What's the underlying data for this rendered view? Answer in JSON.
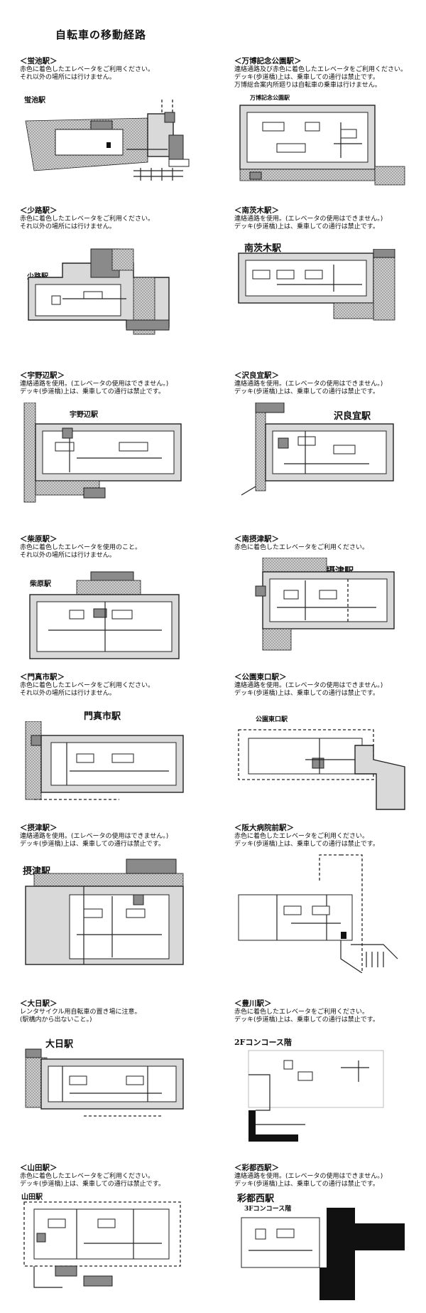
{
  "title": "自転車の移動経路",
  "stations": [
    {
      "heading": "＜蛍池駅＞",
      "lines": [
        "赤色に着色したエレベータをご利用ください。",
        "それ以外の場所には行けません。"
      ],
      "map_label": "蛍池駅"
    },
    {
      "heading": "＜万博記念公園駅＞",
      "lines": [
        "連絡通路及び赤色に着色したエレベータをご利用ください。",
        "デッキ(歩道橋)上は、乗車しての通行は禁止です。",
        "万博総合案内所廻りは自転車の乗車は行けません。"
      ],
      "map_label": "万博記念公園駅"
    },
    {
      "heading": "＜少路駅＞",
      "lines": [
        "赤色に着色したエレベータをご利用ください。",
        "それ以外の場所には行けません。"
      ],
      "map_label": "少路駅"
    },
    {
      "heading": "＜南茨木駅＞",
      "lines": [
        "連絡通路を使用。(エレベータの使用はできません。)",
        "デッキ(歩道橋)上は、乗車しての通行は禁止です。"
      ],
      "map_label": "南茨木駅"
    },
    {
      "heading": "＜宇野辺駅＞",
      "lines": [
        "連絡通路を使用。(エレベータの使用はできません。)",
        "デッキ(歩道橋)上は、乗車しての通行は禁止です。"
      ],
      "map_label": "宇野辺駅"
    },
    {
      "heading": "＜沢良宜駅＞",
      "lines": [
        "連絡通路を使用。(エレベータの使用はできません。)",
        "デッキ(歩道橋)上は、乗車しての通行は禁止です。"
      ],
      "map_label": "沢良宜駅"
    },
    {
      "heading": "＜柴原駅＞",
      "lines": [
        "赤色に着色したエレベータを使用のこと。",
        "それ以外の場所には行けません。"
      ],
      "map_label": "柴原駅"
    },
    {
      "heading": "＜南摂津駅＞",
      "lines": [
        "赤色に着色したエレベータをご利用ください。"
      ],
      "map_label": "南摂津駅"
    },
    {
      "heading": "＜門真市駅＞",
      "lines": [
        "赤色に着色したエレベータをご利用ください。",
        "それ以外の場所には行けません。"
      ],
      "map_label": "門真市駅"
    },
    {
      "heading": "＜公園東口駅＞",
      "lines": [
        "連絡通路を使用。(エレベータの使用はできません。)",
        "デッキ(歩道橋)上は、乗車しての通行は禁止です。"
      ],
      "map_label": "公園東口駅"
    },
    {
      "heading": "＜摂津駅＞",
      "lines": [
        "連絡通路を使用。(エレベータの使用はできません。)",
        "デッキ(歩道橋)上は、乗車しての通行は禁止です。"
      ],
      "map_label": "摂津駅"
    },
    {
      "heading": "＜阪大病院前駅＞",
      "lines": [
        "赤色に着色したエレベータをご利用ください。",
        "デッキ(歩道橋)上は、乗車しての通行は禁止です。"
      ],
      "map_label": "阪大病院前駅"
    },
    {
      "heading": "＜大日駅＞",
      "lines": [
        "レンタサイクル用自転車の置き場に注意。",
        "(駅構内から出ないこと。)"
      ],
      "map_label": "大日駅"
    },
    {
      "heading": "＜豊川駅＞",
      "lines": [
        "赤色に着色したエレベータをご利用ください。",
        "デッキ(歩道橋)上は、乗車しての通行は禁止です。"
      ],
      "map_label": "2Fコンコース階"
    },
    {
      "heading": "＜山田駅＞",
      "lines": [
        "赤色に着色したエレベータをご利用ください。",
        "デッキ(歩道橋)上は、乗車しての通行は禁止です。"
      ],
      "map_label": "山田駅"
    },
    {
      "heading": "＜彩都西駅＞",
      "lines": [
        "連絡通路を使用。(エレベータの使用はできません。)",
        "デッキ(歩道橋)上は、乗車しての通行は禁止です。"
      ],
      "map_label": "彩都西駅",
      "sub_label": "3Fコンコース階"
    }
  ]
}
